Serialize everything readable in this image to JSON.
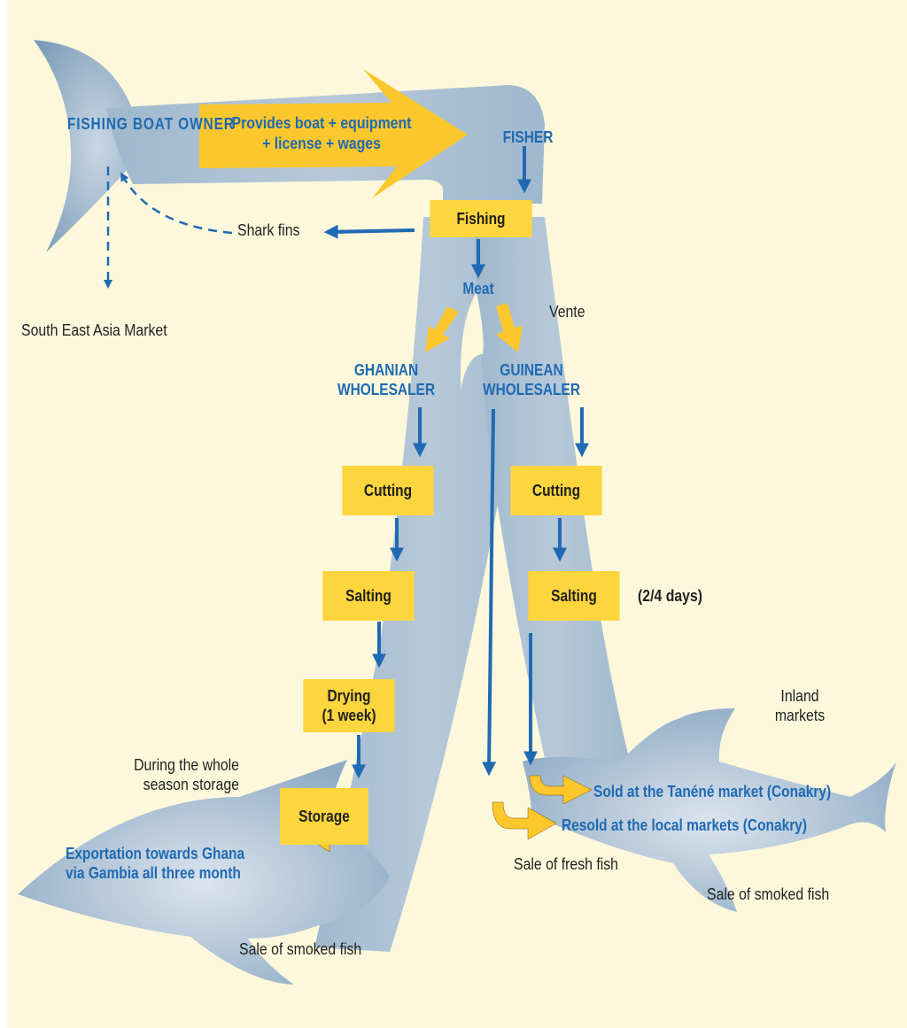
{
  "colors": {
    "background": "#fdf8dc",
    "shark_body": "#a9bfd2",
    "shark_edge": "#8aa6bf",
    "box_fill": "#fdd53c",
    "arrow_yellow": "#fcc72c",
    "arrow_blue": "#1f6ab3",
    "label_blue": "#1f6ab3",
    "label_dark": "#222222"
  },
  "actors": {
    "fishing_boat_owner": "FISHING BOAT OWNER",
    "fisher": "FISHER",
    "ghanian_wholesaler_line1": "GHANIAN",
    "ghanian_wholesaler_line2": "WHOLESALER",
    "guinean_wholesaler_line1": "GUINEAN",
    "guinean_wholesaler_line2": "WHOLESALER",
    "meat": "Meat"
  },
  "banner": {
    "line1": "Provides boat + equipment",
    "line2": "+ license + wages"
  },
  "steps": {
    "fishing": "Fishing",
    "ghana_cutting": "Cutting",
    "ghana_salting": "Salting",
    "ghana_drying_line1": "Drying",
    "ghana_drying_line2": "(1 week)",
    "ghana_storage": "Storage",
    "guinea_cutting": "Cutting",
    "guinea_salting": "Salting"
  },
  "notes": {
    "shark_fins": "Shark fins",
    "south_east_asia": "South East Asia Market",
    "vente": "Vente",
    "salting_duration": "(2/4 days)",
    "season_storage_line1": "During the whole",
    "season_storage_line2": "season storage",
    "inland_markets_line1": "Inland",
    "inland_markets_line2": "markets",
    "sale_fresh_fish": "Sale of fresh fish",
    "sale_smoked_fish_right": "Sale of smoked fish",
    "sale_smoked_fish_left": "Sale of smoked fish"
  },
  "outcomes": {
    "export_line1": "Exportation towards Ghana",
    "export_line2": "via Gambia all three month",
    "sold_tanene": "Sold at the Tanéné market (Conakry)",
    "resold_local": "Resold at the local markets (Conakry)"
  }
}
